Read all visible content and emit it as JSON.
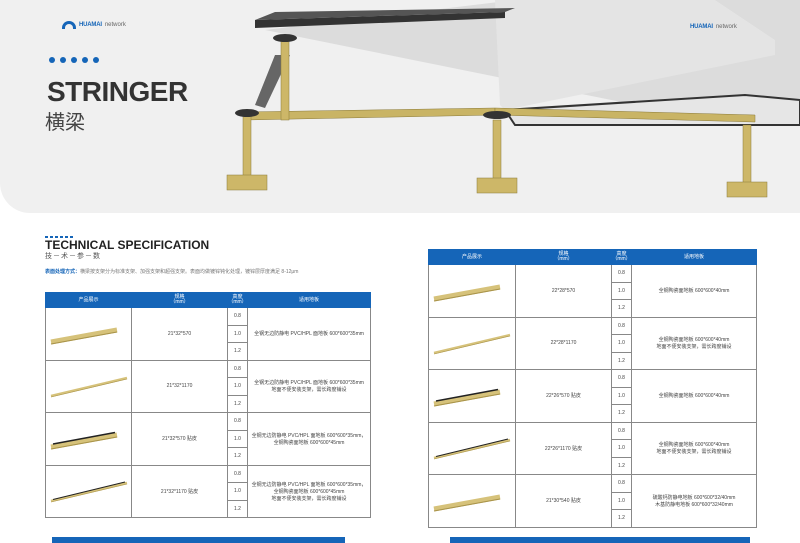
{
  "brand": {
    "name": "HUAMAI",
    "suffix": "network"
  },
  "hero": {
    "title": "STRINGER",
    "subtitle": "横梁"
  },
  "section": {
    "title": "TECHNICAL SPECIFICATION",
    "subtitle": "技－术－参－数",
    "note_label": "表面处理方式：",
    "note_text": "横梁按支架分为标准支架、加强支架和超强支架。表面均做镀锌钝化处理，镀锌层厚度满足 8-12μm"
  },
  "headers": {
    "product": "产品展示",
    "spec": "规格",
    "spec_unit": "（mm）",
    "height": "高度",
    "height_unit": "（mm）",
    "floor": "适用地板"
  },
  "colors": {
    "accent": "#1565b8"
  },
  "left_table": [
    {
      "spec": "21*32*570",
      "image": "short",
      "heights": [
        "0.8",
        "1.0",
        "1.2"
      ],
      "floor": [
        "全钢无边防静电 PVC/HPL 面地板 600*600*35mm"
      ]
    },
    {
      "spec": "21*32*1170",
      "image": "long",
      "heights": [
        "0.8",
        "1.0",
        "1.2"
      ],
      "floor": [
        "全钢无边防静电 PVC/HPL 面地板 600*600*35mm",
        "地面不便安装支架，需长跨度铺设"
      ]
    },
    {
      "spec": "21*32*570 贴皮",
      "image": "short-gasket",
      "heights": [
        "0.8",
        "1.0",
        "1.2"
      ],
      "floor": [
        "全钢无边防静电 PVC/HPL 面地板 600*600*35mm，",
        "全钢陶瓷面地板 600*600*45mm"
      ]
    },
    {
      "spec": "21*32*1170 贴皮",
      "image": "long-gasket",
      "heights": [
        "0.8",
        "1.0",
        "1.2"
      ],
      "floor": [
        "全钢无边防静电 PVC/HPL 面地板 600*600*35mm，",
        "全钢陶瓷面地板 600*600*45mm",
        "地面不便安装支架，需长跨度铺设"
      ]
    }
  ],
  "right_table": [
    {
      "spec": "22*28*570",
      "image": "short",
      "heights": [
        "0.8",
        "1.0",
        "1.2"
      ],
      "floor": [
        "全钢陶瓷面地板 600*600*40mm"
      ]
    },
    {
      "spec": "22*28*1170",
      "image": "long",
      "heights": [
        "0.8",
        "1.0",
        "1.2"
      ],
      "floor": [
        "全钢陶瓷面地板 600*600*40mm",
        "地面不便安装支架，需长跨度铺设"
      ]
    },
    {
      "spec": "22*26*570 贴皮",
      "image": "short-gasket",
      "heights": [
        "0.8",
        "1.0",
        "1.2"
      ],
      "floor": [
        "全钢陶瓷面地板 600*600*40mm"
      ]
    },
    {
      "spec": "22*26*1170 贴皮",
      "image": "long-gasket",
      "heights": [
        "0.8",
        "1.0",
        "1.2"
      ],
      "floor": [
        "全钢陶瓷面地板 600*600*40mm",
        "地面不便安装支架，需长跨度铺设"
      ]
    },
    {
      "spec": "21*30*540 贴皮",
      "image": "short",
      "heights": [
        "0.8",
        "1.0",
        "1.2"
      ],
      "floor": [
        "硫酸钙防静电地板 600*600*32/40mm",
        "木基防静电地板 600*600*32/40mm"
      ]
    }
  ]
}
